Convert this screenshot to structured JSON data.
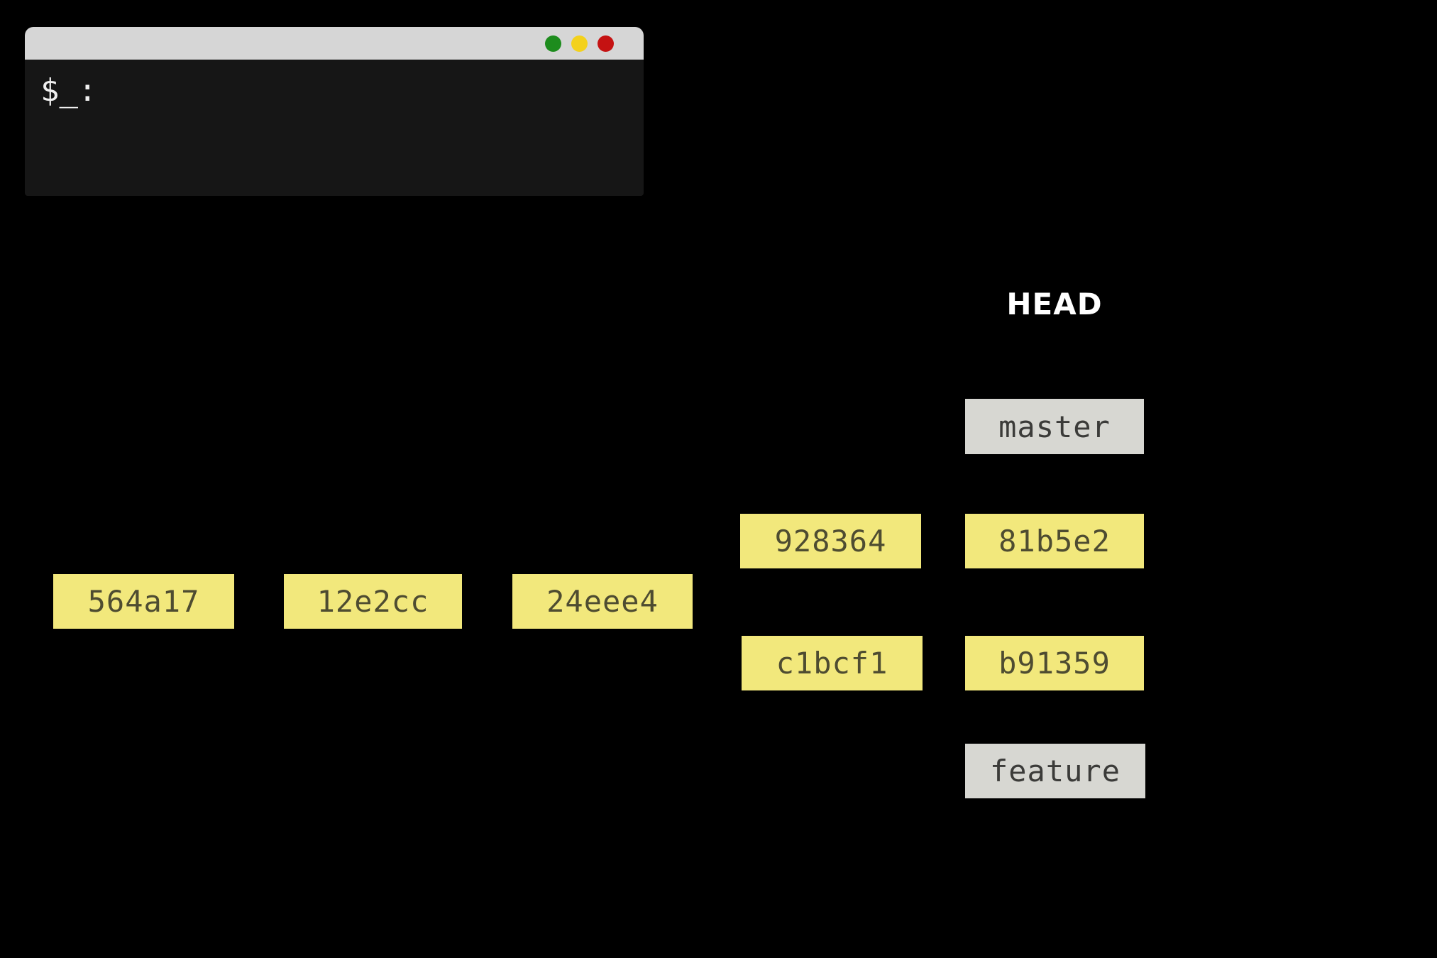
{
  "background_color": "#000000",
  "terminal": {
    "prompt": "$_:",
    "titlebar_color": "#d6d6d6",
    "body_color": "#161616",
    "text_color": "#f0f0f0",
    "window_buttons": [
      {
        "name": "green-light",
        "color": "#1d8c1d"
      },
      {
        "name": "yellow-light",
        "color": "#f3d11c"
      },
      {
        "name": "red-light",
        "color": "#c51212"
      }
    ]
  },
  "graph": {
    "head_label": "HEAD",
    "colors": {
      "commit_fill": "#f2e87c",
      "commit_text": "#4e4c31",
      "branch_fill": "#d7d7d2",
      "branch_text": "#3b3b39",
      "head_text": "#ffffff"
    },
    "commits": [
      {
        "label": "564a17"
      },
      {
        "label": "12e2cc"
      },
      {
        "label": "24eee4"
      },
      {
        "label": "928364"
      },
      {
        "label": "81b5e2"
      },
      {
        "label": "c1bcf1"
      },
      {
        "label": "b91359"
      }
    ],
    "branches": [
      {
        "label": "master"
      },
      {
        "label": "feature"
      }
    ]
  }
}
